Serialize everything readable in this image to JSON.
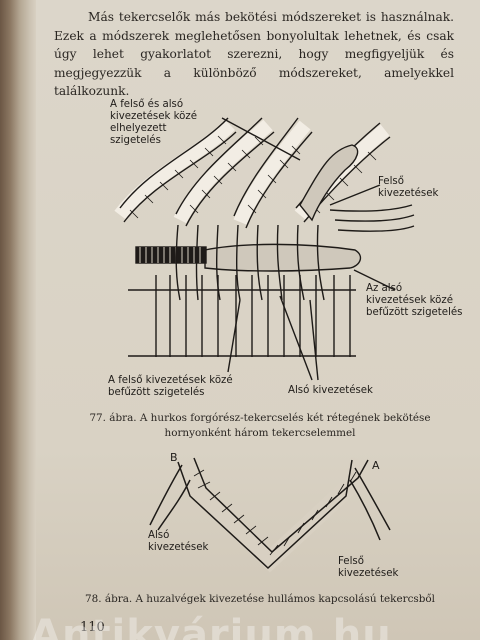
{
  "paragraph": "Más tekercselők más bekötési módszereket is használnak. Ezek a módszerek meglehetősen bonyolultak lehetnek, és csak úgy lehet gyakorlatot szerezni, hogy megfigyeljük és megjegyezzük a különböző módszereket, amelyekkel találkozunk.",
  "figure77": {
    "label_top_left": "A felső és alsó\nkivezetések közé\nelhelyezett\nszigetelés",
    "label_right_top": "Felső\nkivezetések",
    "label_right_mid": "Az alsó\nkivezetések közé\nbefűzött szigetelés",
    "label_bottom_left": "A felső kivezetések közé\nbefűzött szigetelés",
    "label_bottom_mid": "Alsó kivezetések",
    "caption": "77. ábra. A hurkos forgórész-tekercselés két rétegének bekötése hornyonként három tekercselemmel"
  },
  "figure78": {
    "label_B": "B",
    "label_A": "A",
    "label_left": "Alsó\nkivezetések",
    "label_right": "Felső\nkivezetések",
    "caption": "78. ábra. A huzalvégek kivezetése hullámos kapcsolású tekercsből"
  },
  "page_number": "110",
  "watermark": "Antikvárium.hu"
}
